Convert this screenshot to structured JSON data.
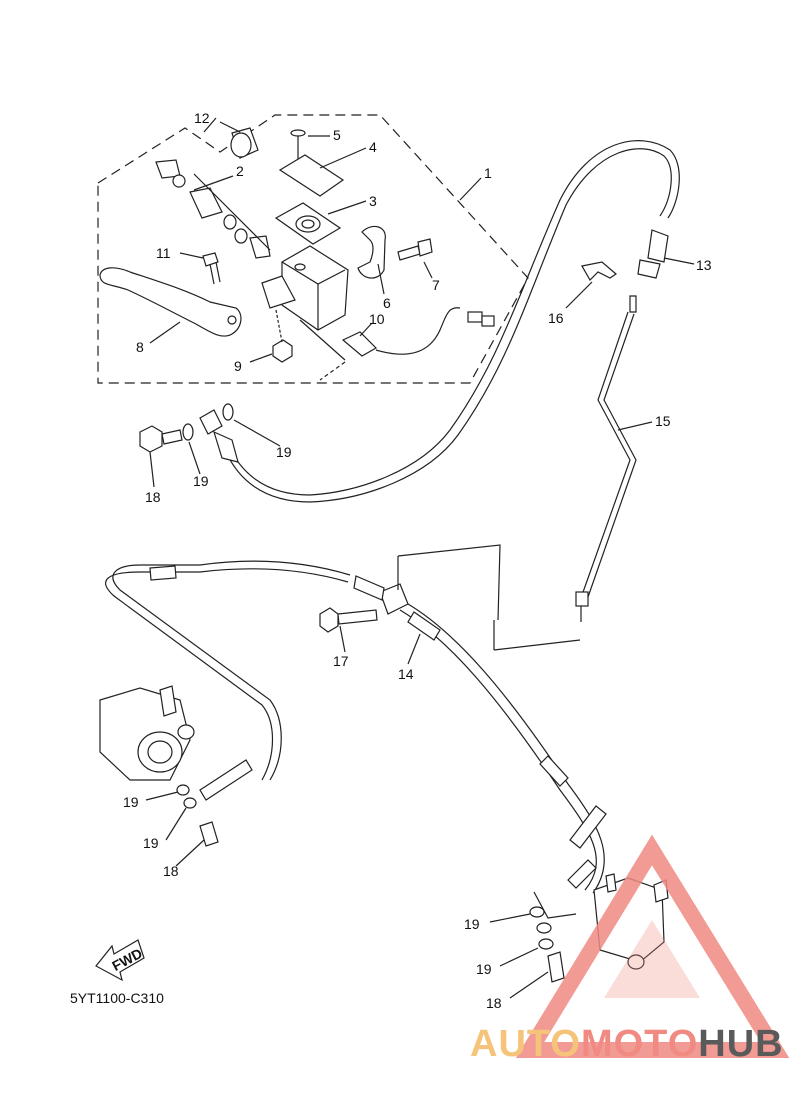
{
  "diagram": {
    "callouts": [
      "1",
      "2",
      "3",
      "4",
      "5",
      "6",
      "7",
      "8",
      "9",
      "10",
      "11",
      "12",
      "13",
      "14",
      "15",
      "16",
      "17",
      "18",
      "19"
    ],
    "fwd_label": "FWD",
    "part_code": "5YT1100-C310"
  },
  "watermark": {
    "word_a": "AUTO",
    "word_b": "MOTO",
    "word_c": "HUB",
    "colors": {
      "auto": "#f5c47a",
      "moto": "#f08a82",
      "hub": "#5a5a5a",
      "triangle": "#f08a82"
    }
  }
}
